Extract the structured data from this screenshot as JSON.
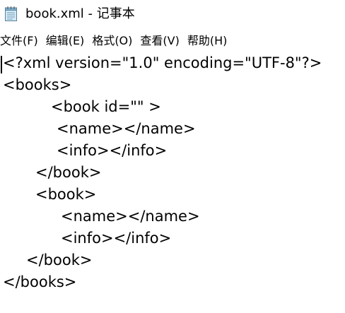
{
  "window": {
    "title": "book.xml - 记事本",
    "icon": "notepad-icon"
  },
  "menu": [
    {
      "label": "文件(F)"
    },
    {
      "label": "编辑(E)"
    },
    {
      "label": "格式(O)"
    },
    {
      "label": "查看(V)"
    },
    {
      "label": "帮助(H)"
    }
  ],
  "editor": {
    "lines": [
      "<?xml version=\"1.0\" encoding=\"UTF-8\"?>",
      "<books>",
      "<book id=\"\" >",
      "<name></name>",
      "<info></info>",
      "</book>",
      "<book>",
      "<name></name>",
      "<info></info>",
      "</book>",
      "</books>"
    ]
  }
}
